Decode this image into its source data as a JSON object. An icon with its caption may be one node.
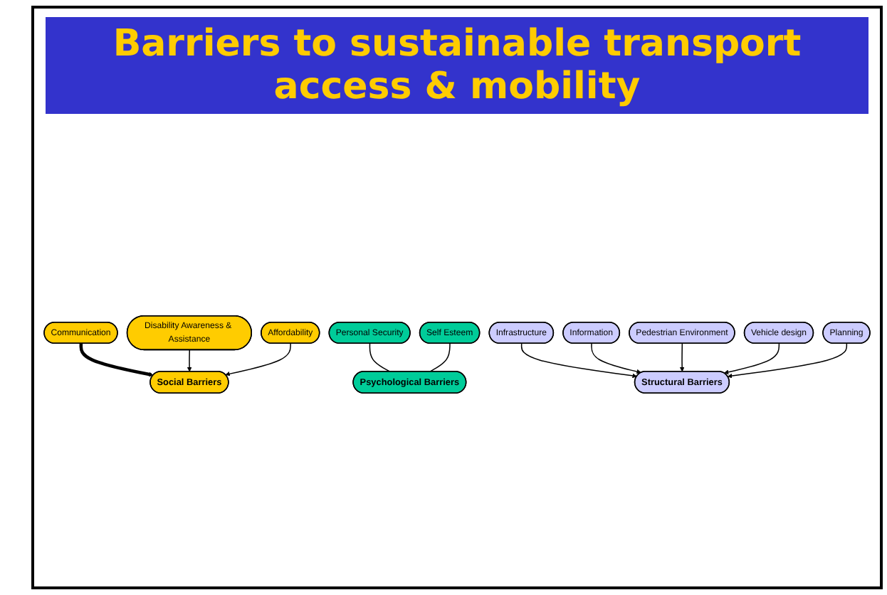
{
  "diagram": {
    "title": "Barriers to sustainable transport access & mobility",
    "nodes": [
      {
        "text": [
          "Communication"
        ]
      },
      {
        "text": [
          "Disability Awareness & Assistance"
        ]
      },
      {
        "text": [
          "Affordability"
        ]
      },
      {
        "text": [
          "Social Barriers"
        ]
      },
      {
        "text": [
          "Personal Security"
        ]
      },
      {
        "text": [
          "Psychological Barriers"
        ]
      },
      {
        "text": [
          "Self Esteem"
        ]
      },
      {
        "text": [
          "Structural Barriers"
        ]
      },
      {
        "text": [
          "Infrastructure"
        ]
      },
      {
        "text": [
          "Information"
        ]
      },
      {
        "text": [
          "Pedestrian Environment"
        ]
      },
      {
        "text": [
          "Vehicle design"
        ]
      },
      {
        "text": [
          "Planning"
        ]
      }
    ],
    "edges": [
      {
        "from": 0,
        "to": 3,
        "arrow": "to",
        "style": "thick"
      },
      {
        "from": 1,
        "to": 3,
        "arrow": "to"
      },
      {
        "from": 2,
        "to": 3,
        "arrow": "to"
      },
      {
        "from": 4,
        "to": 5,
        "arrow": "none"
      },
      {
        "from": 6,
        "to": 5,
        "arrow": "none"
      },
      {
        "from": 8,
        "to": 7,
        "arrow": "to"
      },
      {
        "from": 9,
        "to": 7,
        "arrow": "to"
      },
      {
        "from": 10,
        "to": 7,
        "arrow": "to"
      },
      {
        "from": 11,
        "to": 7,
        "arrow": "to"
      },
      {
        "from": 12,
        "to": 7,
        "arrow": "to"
      }
    ]
  }
}
